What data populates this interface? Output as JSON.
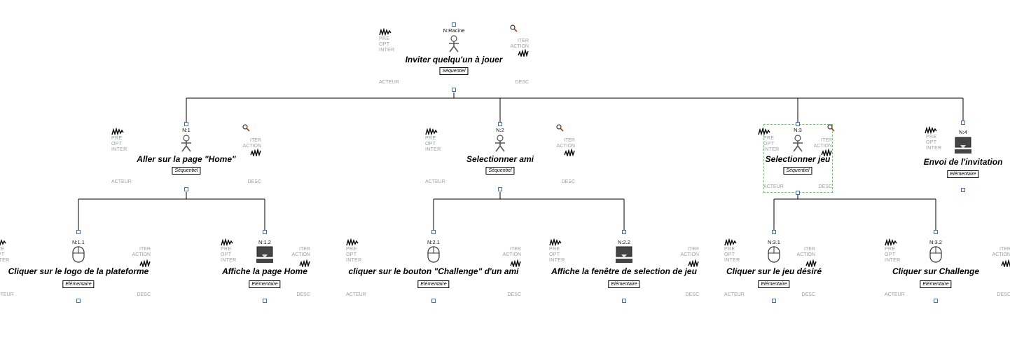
{
  "side_left": [
    "PRE",
    "OPT",
    "INTER"
  ],
  "side_right": [
    "ITER",
    "ACTION"
  ],
  "footer": {
    "acteur": "ACTEUR",
    "desc": "DESC"
  },
  "colors": {
    "anchor": "#3a6fd8",
    "selection": "#58d658",
    "meta_text": "#9aa0a6",
    "edge": "#000000"
  },
  "tasks": {
    "root": {
      "id": "N:Racine",
      "name": "Inviter quelqu'un à jouer",
      "operator": "Séquentiel",
      "icon": "abstract-user-icon"
    },
    "n1": {
      "id": "N:1",
      "name": "Aller sur la page \"Home\"",
      "operator": "Séquentiel",
      "icon": "abstract-user-icon"
    },
    "n2": {
      "id": "N:2",
      "name": "Selectionner ami",
      "operator": "Séquentiel",
      "icon": "abstract-user-icon"
    },
    "n3": {
      "id": "N:3",
      "name": "Selectionner jeu",
      "operator": "Séquentiel",
      "icon": "abstract-user-icon",
      "selected": true
    },
    "n4": {
      "id": "N:4",
      "name": "Envoi de l'invitation",
      "operator": "Elémentaire",
      "icon": "system-computer-icon"
    },
    "n11": {
      "id": "N:1.1",
      "name": "Cliquer sur le logo de la plateforme",
      "operator": "Elémentaire",
      "icon": "mouse-icon"
    },
    "n12": {
      "id": "N:1.2",
      "name": "Affiche la page Home",
      "operator": "Elémentaire",
      "icon": "system-computer-icon"
    },
    "n21": {
      "id": "N:2.1",
      "name": "cliquer sur le bouton \"Challenge\" d'un ami",
      "operator": "Elémentaire",
      "icon": "mouse-icon"
    },
    "n22": {
      "id": "N:2.2",
      "name": "Affiche la fenêtre de selection de jeu",
      "operator": "Elémentaire",
      "icon": "system-computer-icon"
    },
    "n31": {
      "id": "N:3.1",
      "name": "Cliquer sur le jeu désiré",
      "operator": "Elémentaire",
      "icon": "mouse-icon"
    },
    "n32": {
      "id": "N:3.2",
      "name": "Cliquer sur Challenge",
      "operator": "Elémentaire",
      "icon": "mouse-icon"
    }
  }
}
